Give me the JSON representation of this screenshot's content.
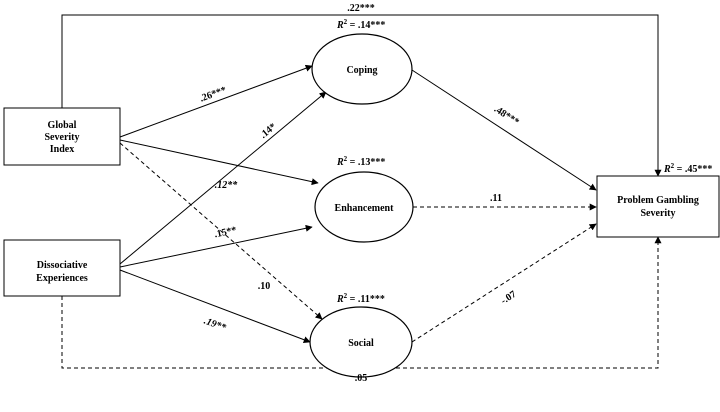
{
  "nodes": {
    "gsi": {
      "lines": [
        "Global",
        "Severity",
        "Index"
      ]
    },
    "dis": {
      "lines": [
        "Dissociative",
        "Experiences"
      ]
    },
    "coping": {
      "lines": [
        "Coping"
      ]
    },
    "enhancement": {
      "lines": [
        "Enhancement"
      ]
    },
    "social": {
      "lines": [
        "Social"
      ]
    },
    "pgs": {
      "lines": [
        "Problem Gambling",
        "Severity"
      ]
    }
  },
  "r2": {
    "coping": {
      "label": "R",
      "exp": "2",
      "value": " = .14***"
    },
    "enhancement": {
      "label": "R",
      "exp": "2",
      "value": " = .13***"
    },
    "social": {
      "label": "R",
      "exp": "2",
      "value": " = .11***"
    },
    "pgs": {
      "label": "R",
      "exp": "2",
      "value": " = .45***"
    }
  },
  "paths": {
    "gsi_pgs": ".22***",
    "gsi_coping": ".26***",
    "gsi_enhancement": ".12**",
    "gsi_social": ".10",
    "dis_coping": ".14*",
    "dis_enhancement": ".15**",
    "dis_social": ".19**",
    "dis_pgs": ".05",
    "coping_pgs": ".48***",
    "enhancement_pgs": ".11",
    "social_pgs": "-.07"
  }
}
